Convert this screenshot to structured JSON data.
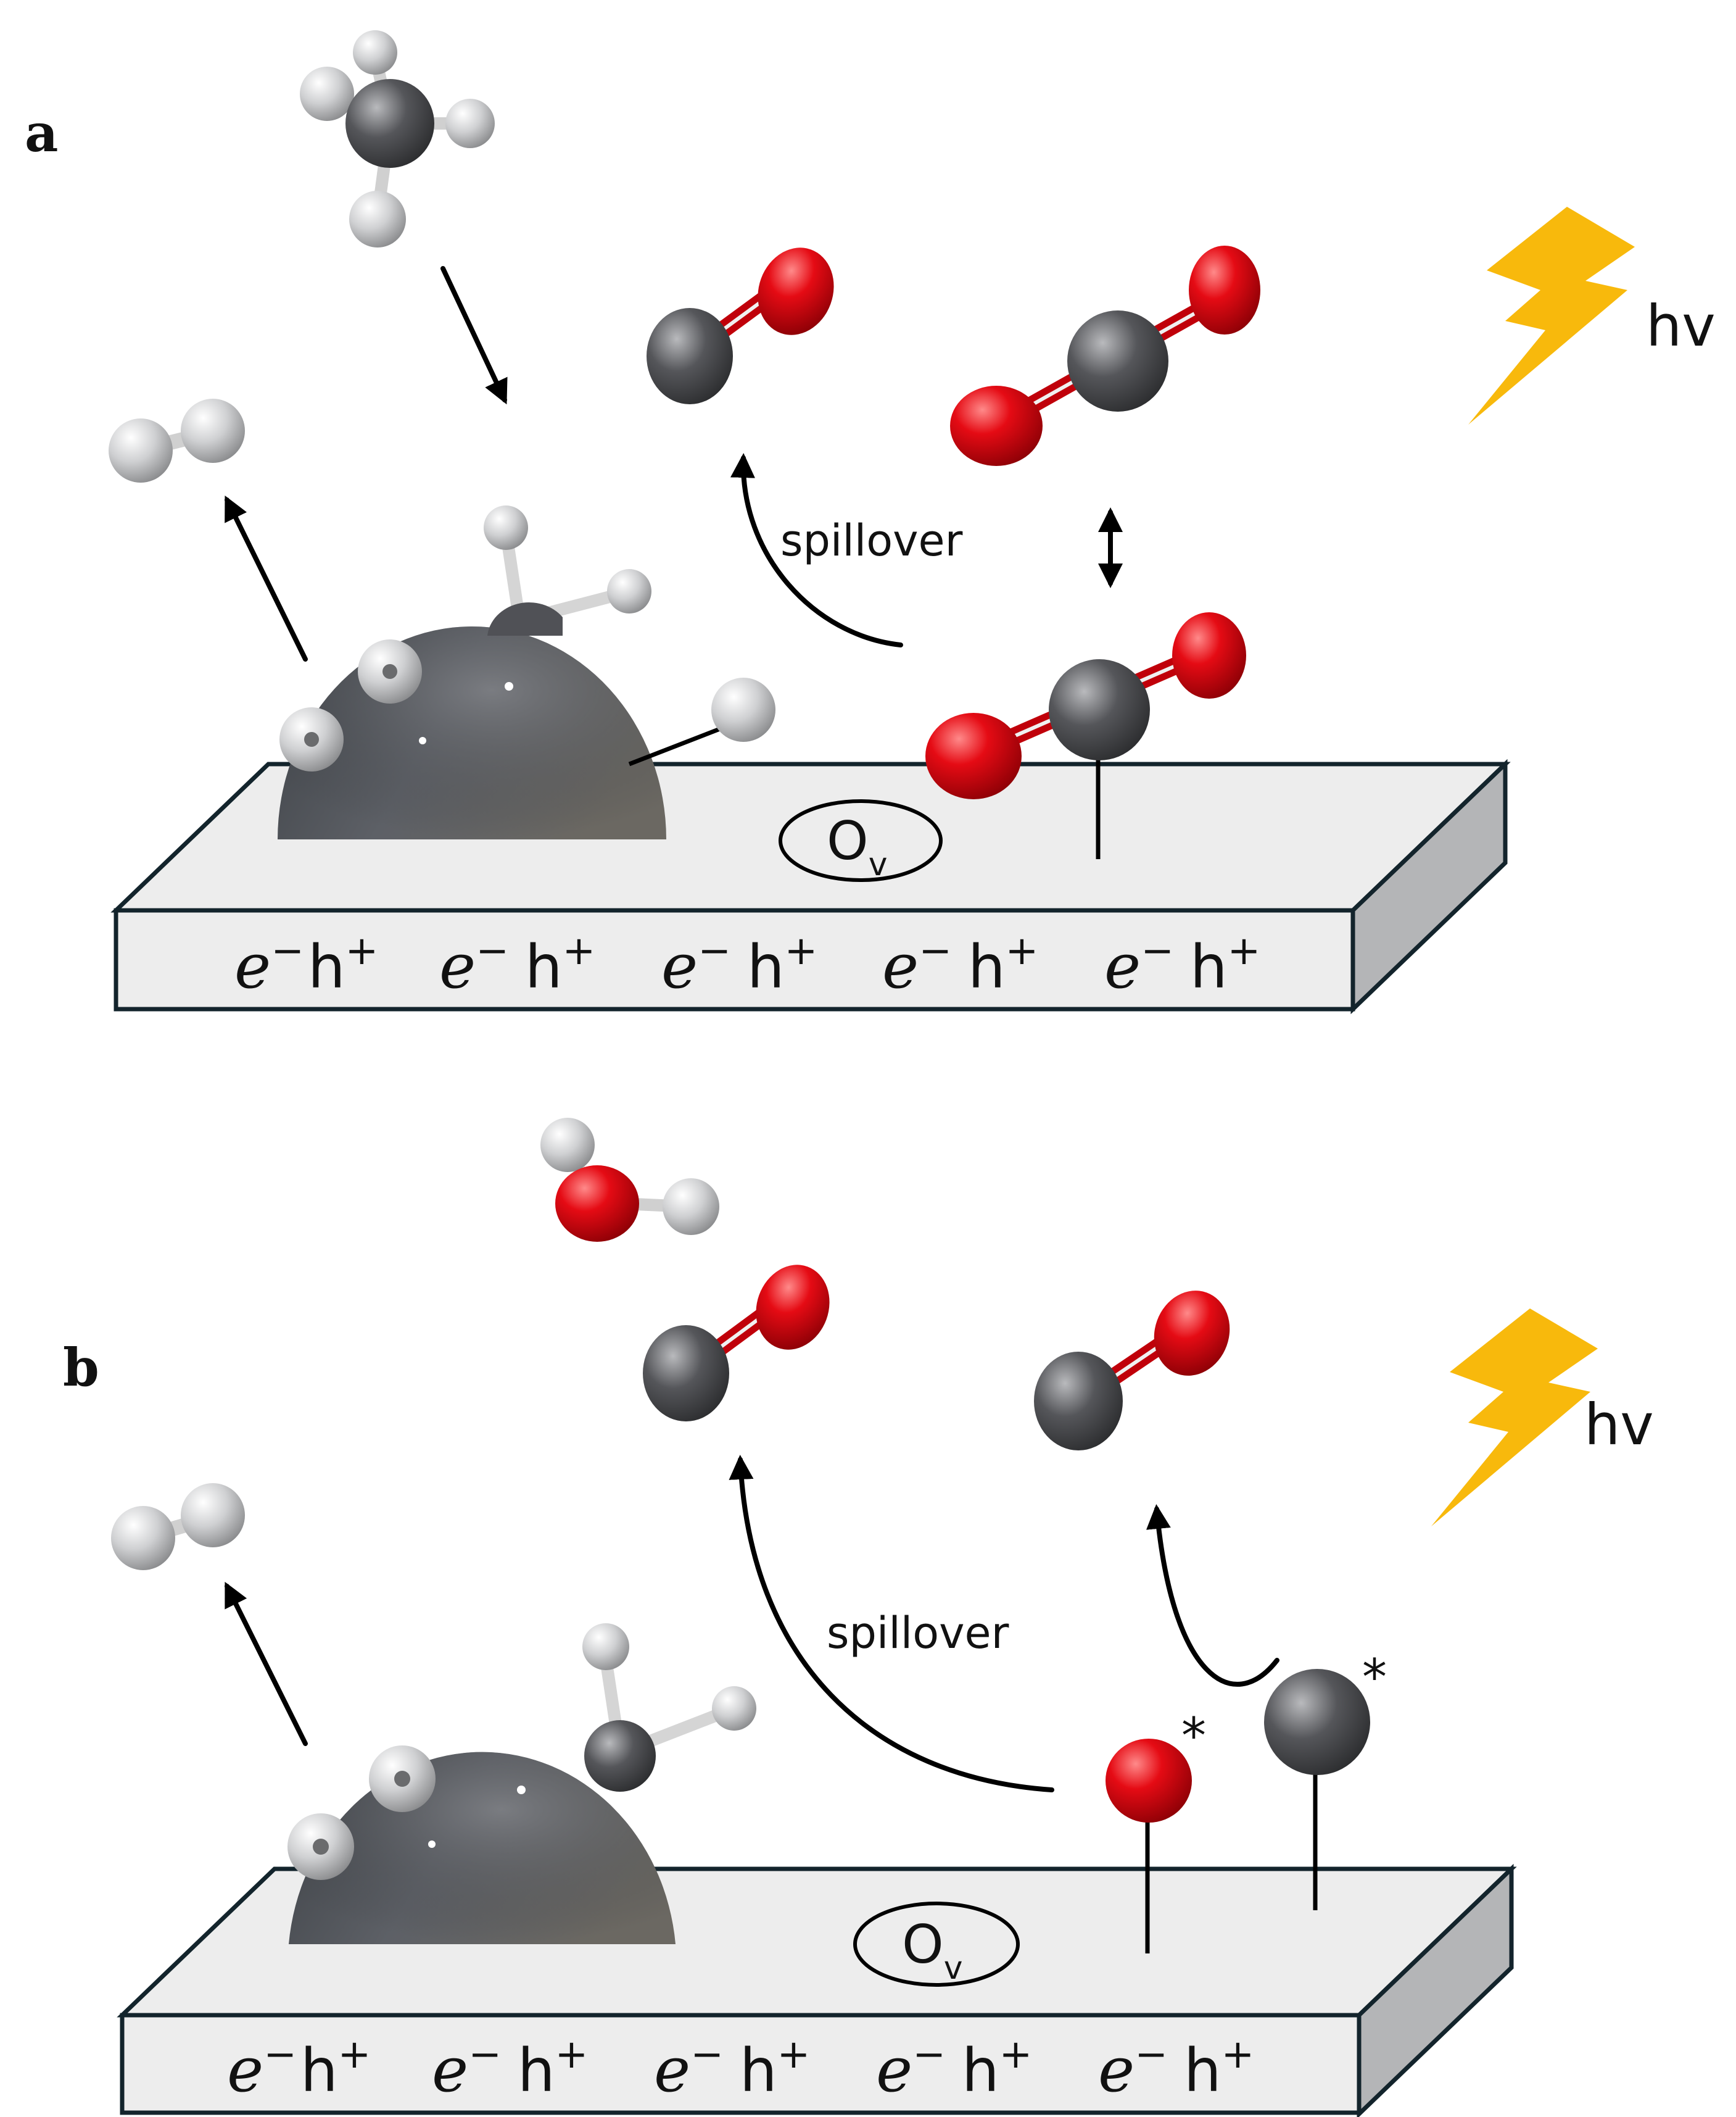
{
  "panels": [
    {
      "letter": "a",
      "spillover": "spillover",
      "hv": "hv",
      "ov": {
        "main": "O",
        "sub": "v"
      },
      "charges": [
        {
          "e": "e",
          "e_sup": "−",
          "h": "h",
          "h_sup": "+"
        },
        {
          "e": "e",
          "e_sup": "−",
          "h": "h",
          "h_sup": "+"
        },
        {
          "e": "e",
          "e_sup": "−",
          "h": "h",
          "h_sup": "+"
        },
        {
          "e": "e",
          "e_sup": "−",
          "h": "h",
          "h_sup": "+"
        },
        {
          "e": "e",
          "e_sup": "−",
          "h": "h",
          "h_sup": "+"
        }
      ]
    },
    {
      "letter": "b",
      "spillover": "spillover",
      "hv": "hv",
      "ov": {
        "main": "O",
        "sub": "v"
      },
      "star_o": "*",
      "star_c": "*",
      "charges": [
        {
          "e": "e",
          "e_sup": "−",
          "h": "h",
          "h_sup": "+"
        },
        {
          "e": "e",
          "e_sup": "−",
          "h": "h",
          "h_sup": "+"
        },
        {
          "e": "e",
          "e_sup": "−",
          "h": "h",
          "h_sup": "+"
        },
        {
          "e": "e",
          "e_sup": "−",
          "h": "h",
          "h_sup": "+"
        },
        {
          "e": "e",
          "e_sup": "−",
          "h": "h",
          "h_sup": "+"
        }
      ]
    }
  ],
  "colors": {
    "carbon": "#4a4b4d",
    "oxygen": "#e10a12",
    "hydrogen": "#c9cacc",
    "slab_top": "#ededed",
    "slab_side": "#b4b5b7",
    "slab_edge": "#13242c",
    "lightning": "#f8b90c"
  }
}
